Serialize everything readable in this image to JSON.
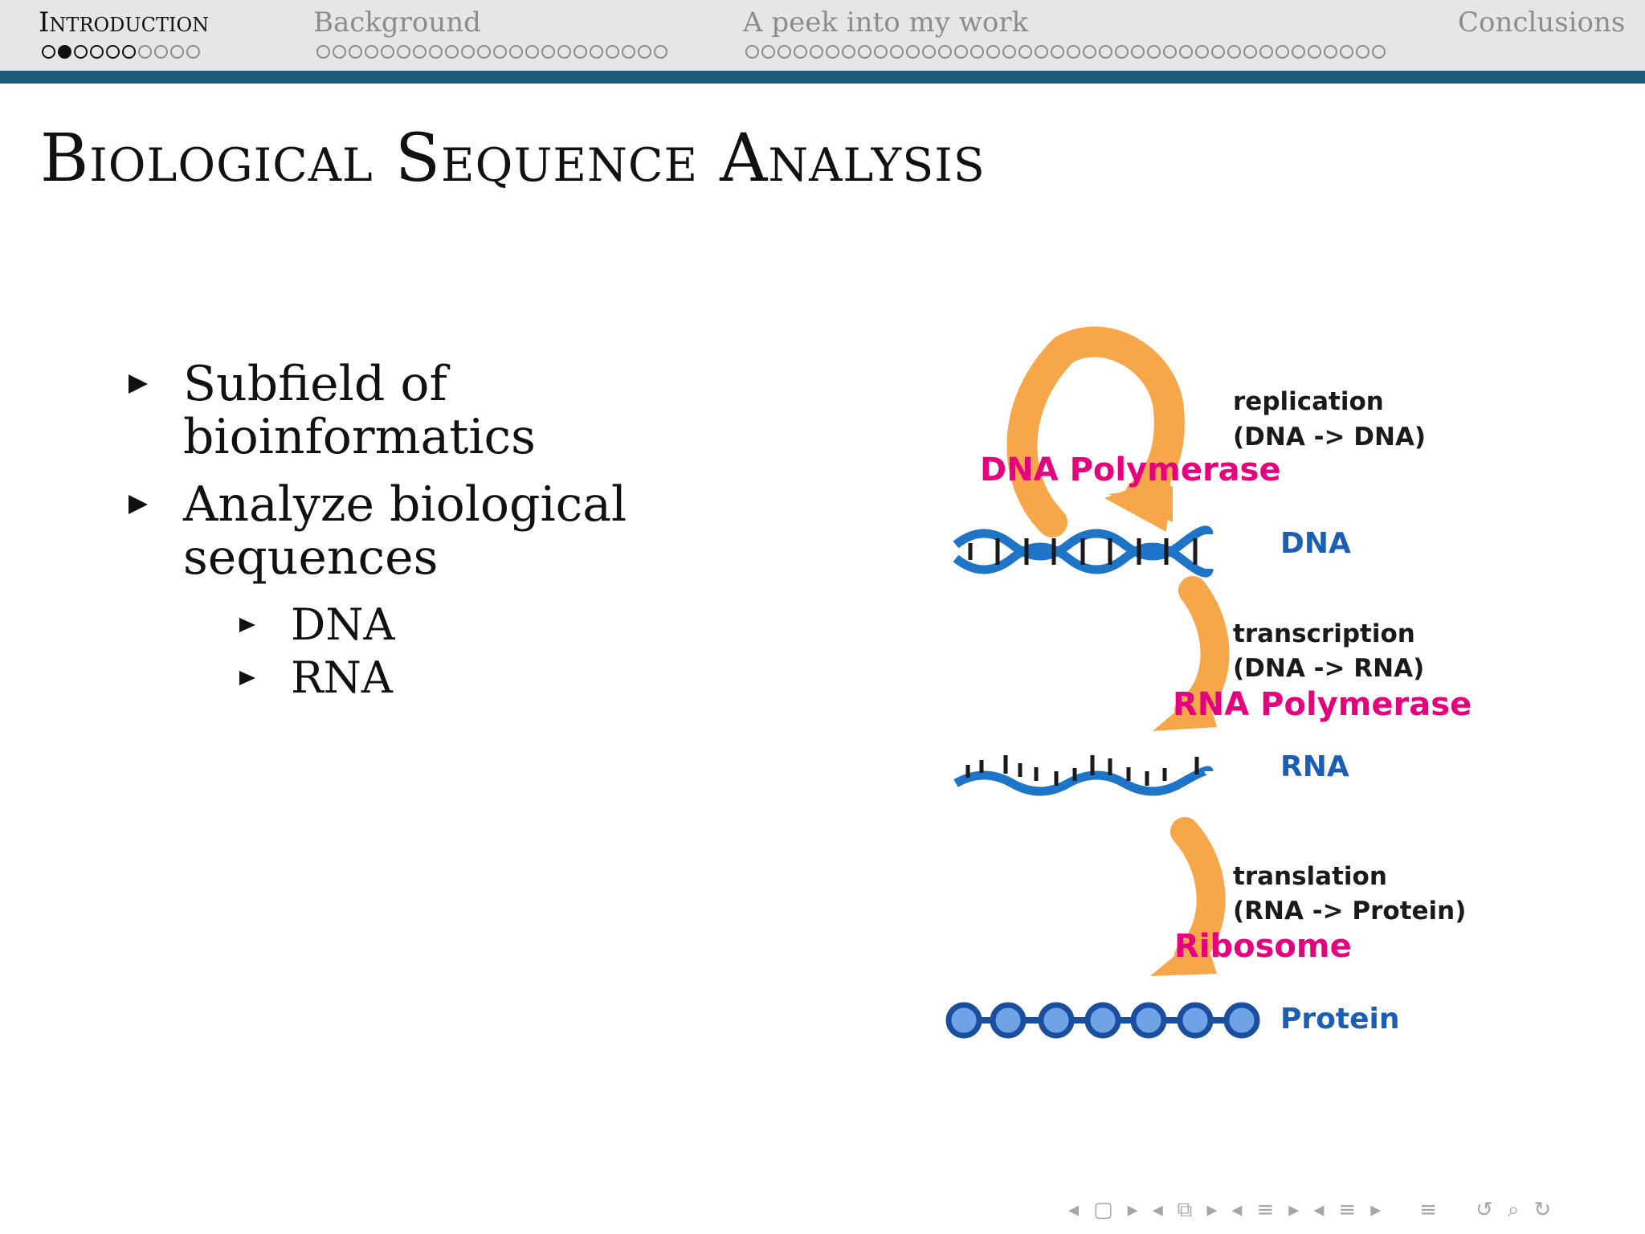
{
  "header": {
    "sections": [
      {
        "label": "Introduction",
        "active": true,
        "dots": 10,
        "filled_index": 1
      },
      {
        "label": "Background",
        "active": false,
        "dots": 22
      },
      {
        "label": "A peek into my work",
        "active": false,
        "dots": 40
      },
      {
        "label": "Conclusions",
        "active": false,
        "dots": 0
      }
    ],
    "accent_color": "#1b5a7c"
  },
  "slide": {
    "title": "Biological Sequence Analysis",
    "bullets": [
      {
        "text": "Subfield of bioinformatics"
      },
      {
        "text": "Analyze biological sequences",
        "line1": "Analyze biological",
        "line2": "sequences",
        "sub": [
          "DNA",
          "RNA"
        ]
      }
    ]
  },
  "diagram": {
    "replication": {
      "label": "replication",
      "detail": "(DNA -> DNA)",
      "enzyme": "DNA Polymerase"
    },
    "dna": "DNA",
    "transcription": {
      "label": "transcription",
      "detail": "(DNA -> RNA)",
      "enzyme": "RNA Polymerase"
    },
    "rna": "RNA",
    "translation": {
      "label": "translation",
      "detail": "(RNA -> Protein)",
      "enzyme": "Ribosome"
    },
    "protein": "Protein",
    "colors": {
      "arrow": "#f7a74a",
      "enzyme": "#e6007e",
      "molecule": "#1a5fb4"
    }
  },
  "nav": {
    "icons": [
      "arrow-left-icon",
      "frame-icon",
      "arrow-right-icon",
      "arrow-left-icon",
      "subsection-icon",
      "arrow-right-icon",
      "arrow-left-icon",
      "section-icon",
      "arrow-right-icon",
      "arrow-left-icon",
      "section-icon",
      "arrow-right-icon",
      "toc-icon",
      "undo-icon",
      "search-icon",
      "redo-icon"
    ]
  }
}
